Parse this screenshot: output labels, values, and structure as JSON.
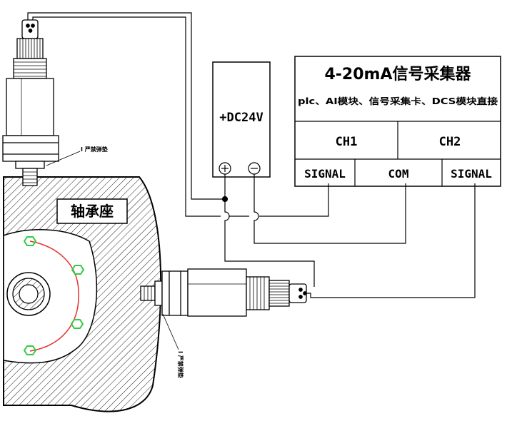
{
  "acquisition_box": {
    "title": "4-20mA信号采集器",
    "subtitle": "plc、AI模块、信号采集卡、DCS模块直接",
    "ch1": "CH1",
    "ch2": "CH2",
    "signal_left": "SIGNAL",
    "com": "COM",
    "signal_right": "SIGNAL"
  },
  "power_supply": {
    "label": "+DC24V",
    "plus_symbol": "⊕",
    "minus_symbol": "⊖"
  },
  "housing_label": "轴承座",
  "washer_label_top": "I 严禁弹垫",
  "washer_label_bottom": "I 严禁弹垫",
  "colors": {
    "line": "#000000",
    "hatch": "#000000",
    "bolt_ring": "#e53030",
    "bolt_circle": "#2ecc40"
  },
  "icons": [
    "sensor-connector-icon",
    "ground-dot-icon"
  ]
}
